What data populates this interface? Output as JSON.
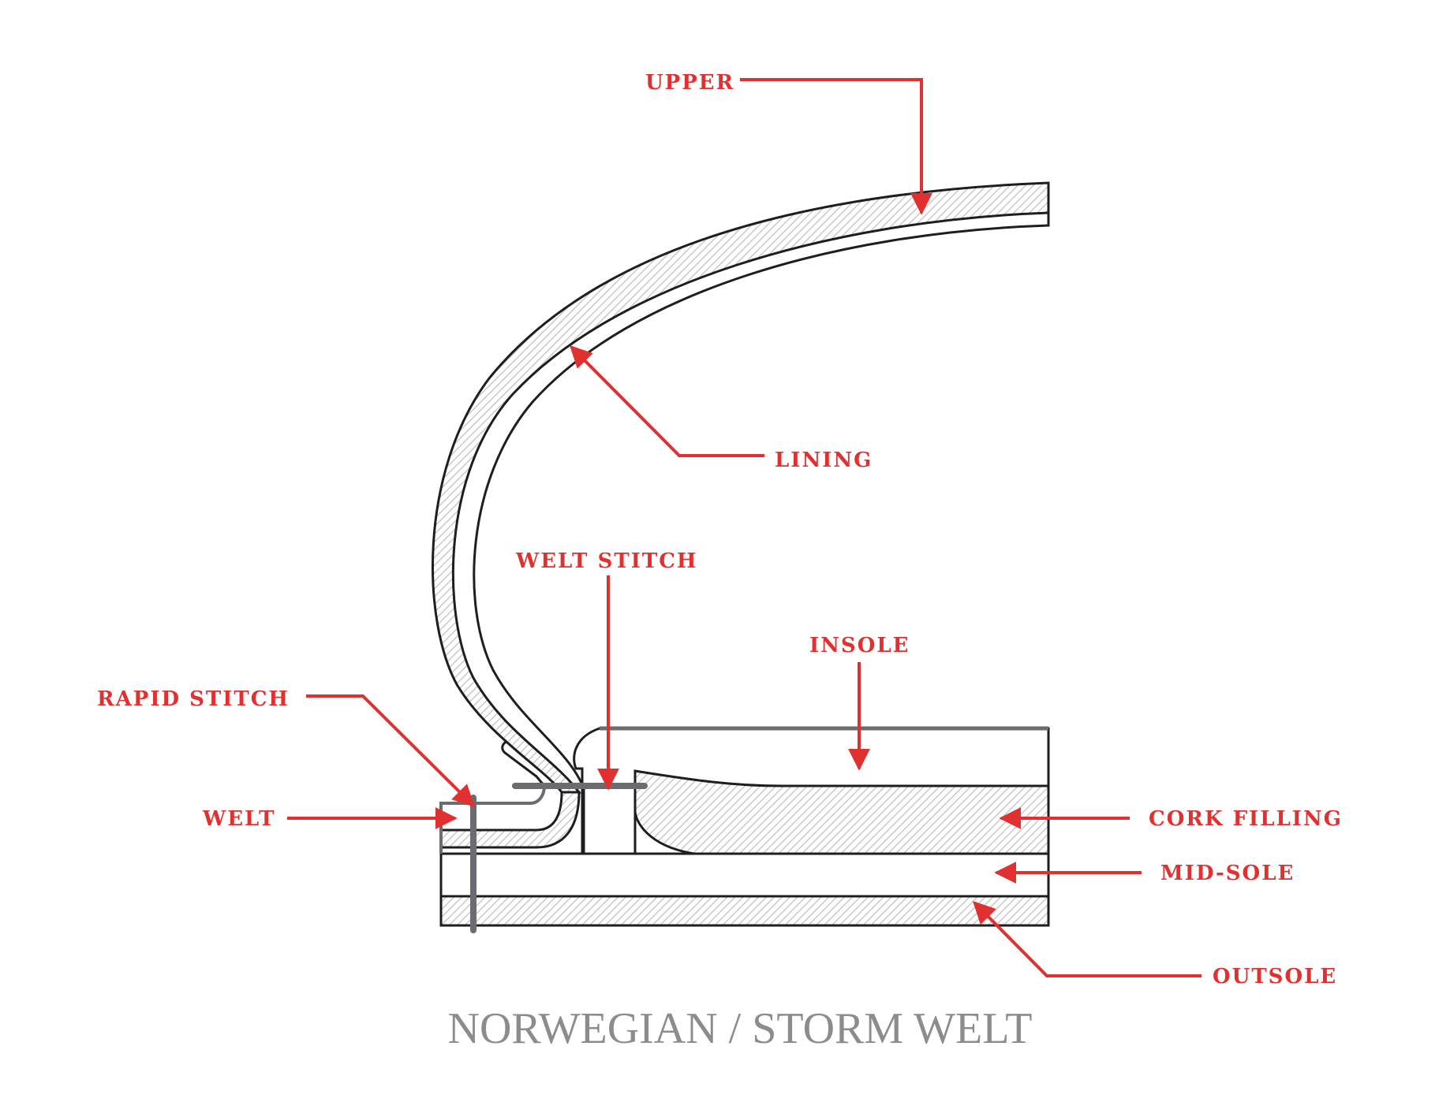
{
  "title": "NORWEGIAN / STORM WELT",
  "colors": {
    "label": "#e0302f",
    "outline": "#1e1e1e",
    "stitch": "#6b6b70",
    "hatch": "#bdbdbd",
    "title": "#8c8c8c",
    "background": "#ffffff"
  },
  "labels": {
    "upper": "UPPER",
    "lining": "LINING",
    "welt_stitch": "WELT STITCH",
    "insole": "INSOLE",
    "rapid_stitch": "RAPID STITCH",
    "welt": "WELT",
    "cork_filling": "CORK FILLING",
    "mid_sole": "MID-SOLE",
    "outsole": "OUTSOLE"
  }
}
